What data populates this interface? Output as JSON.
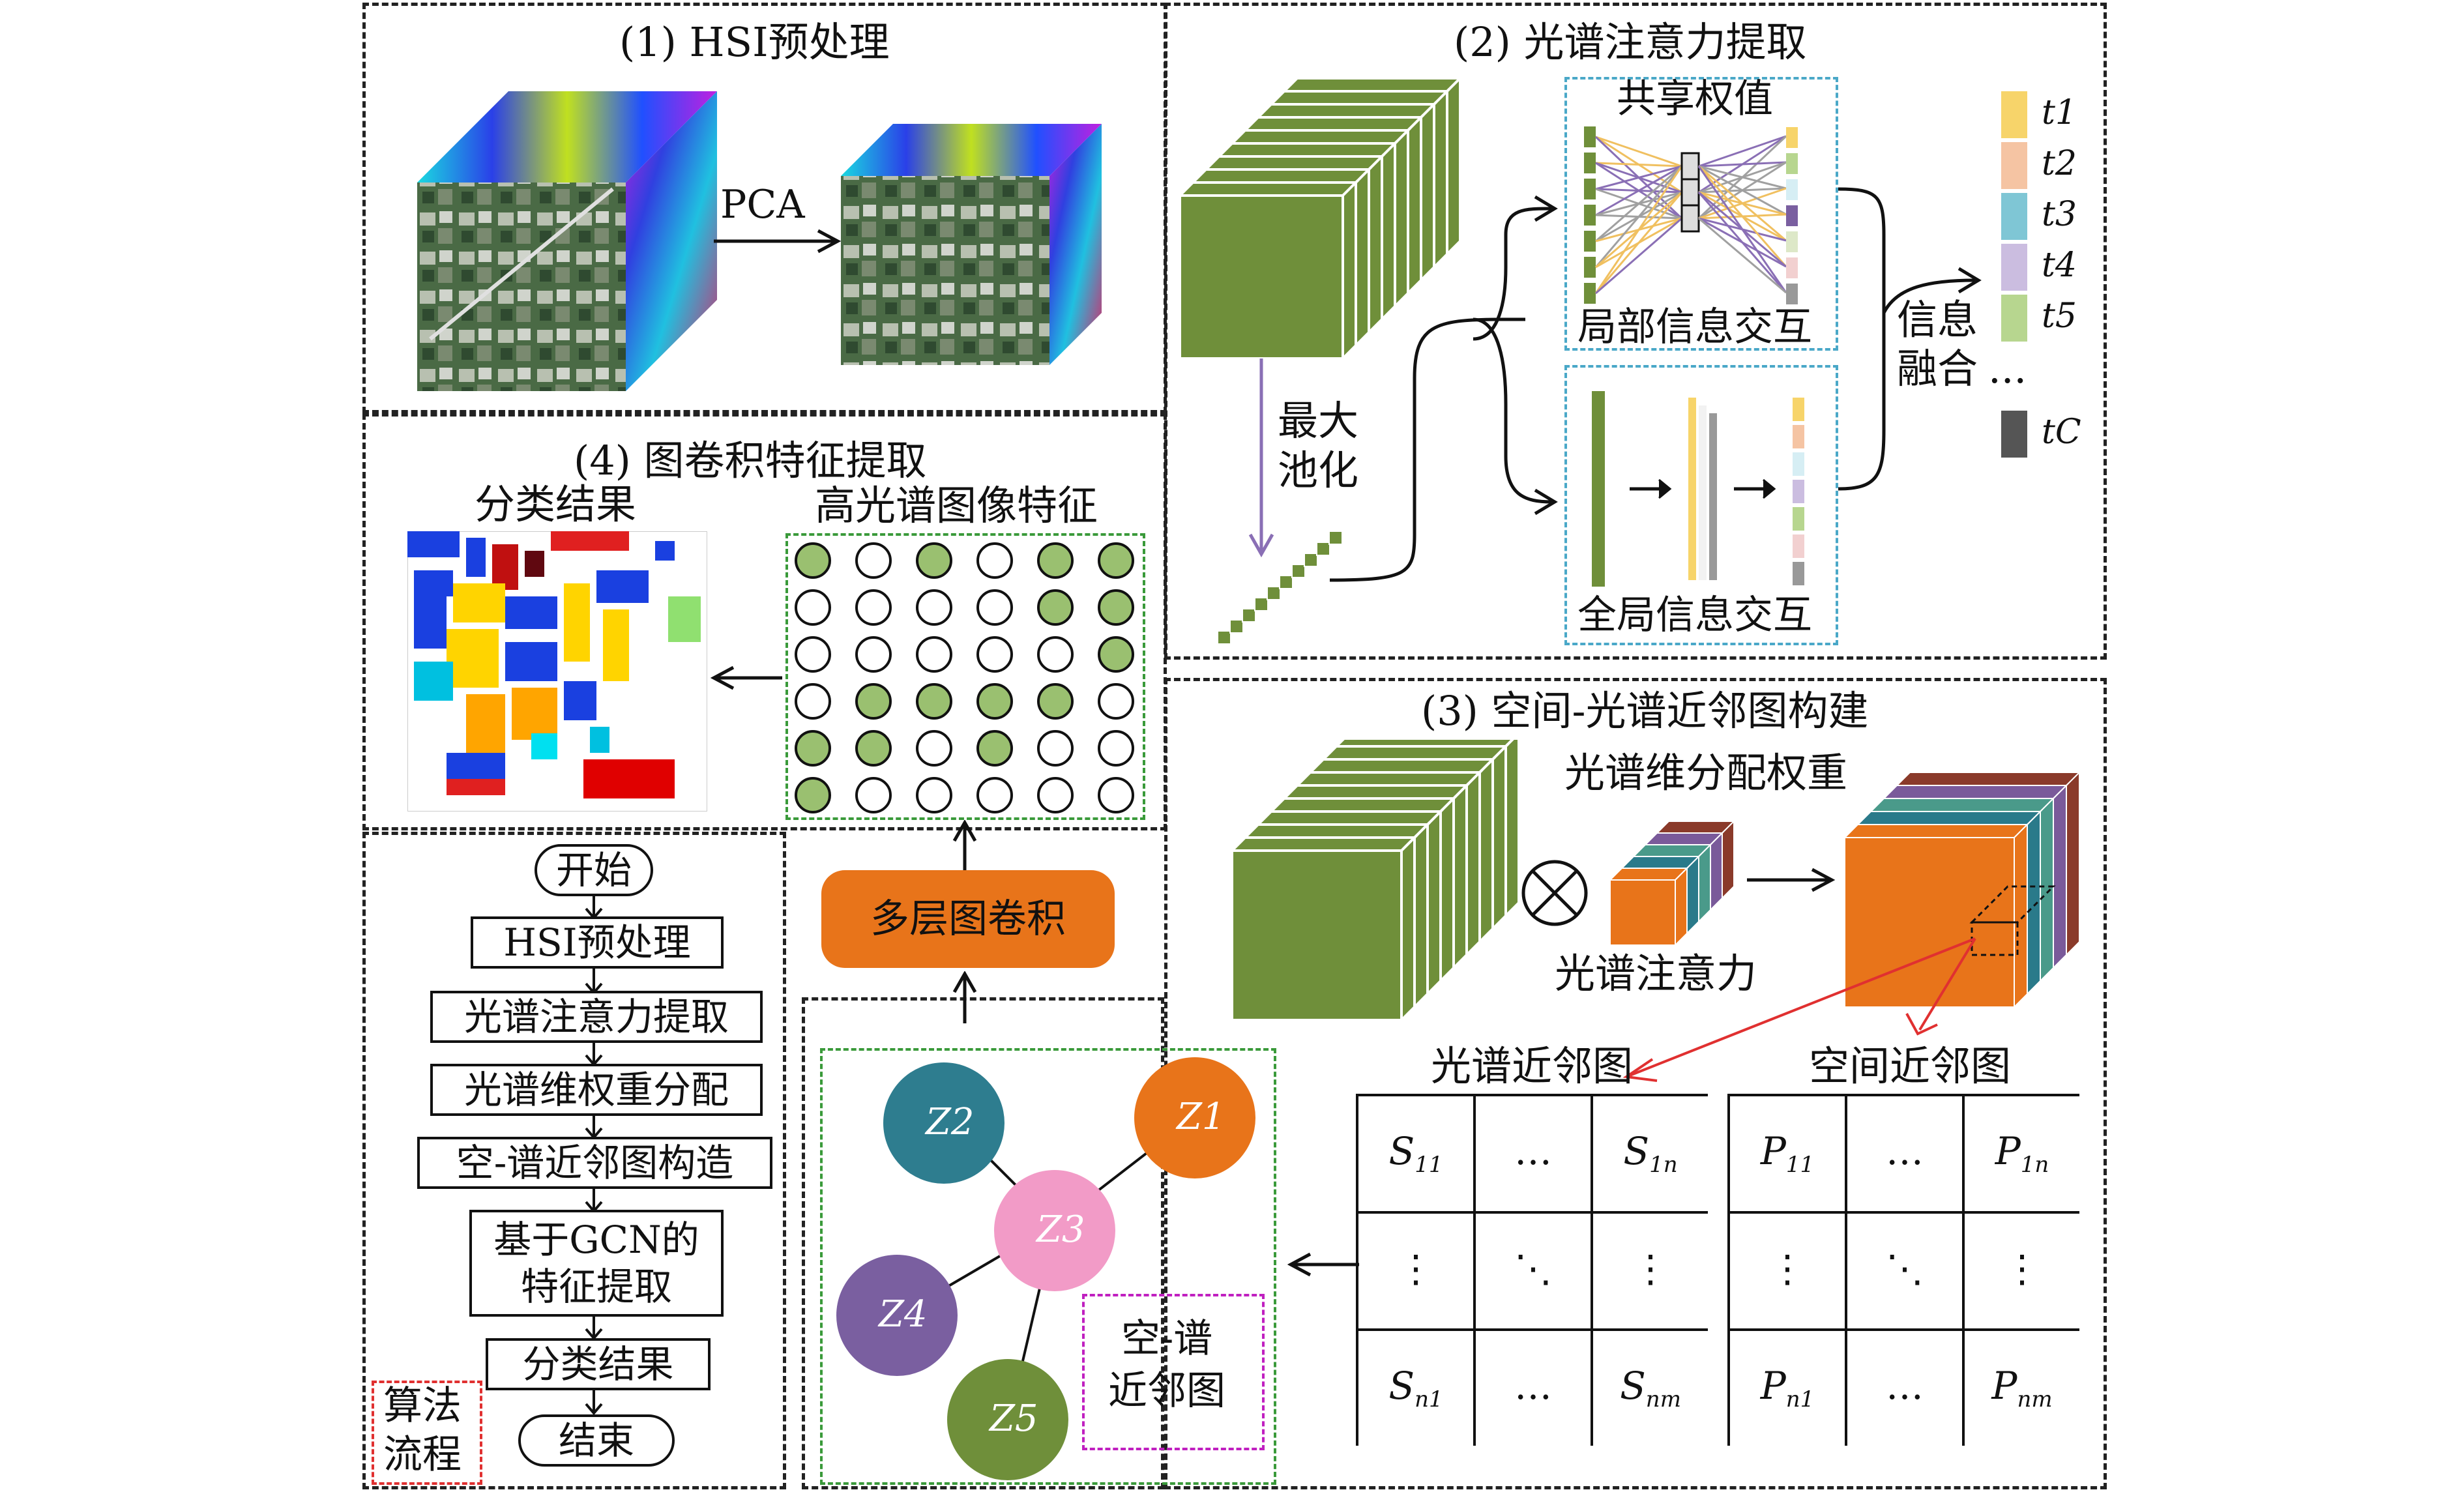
{
  "panels": {
    "p1_title": "(1) HSI预处理",
    "p2_title": "(2) 光谱注意力提取",
    "p3_title": "(3) 空间-光谱近邻图构建",
    "p4_title": "(4) 图卷积特征提取"
  },
  "p1": {
    "pca_label": "PCA"
  },
  "p2": {
    "max_pool_line1": "最大",
    "max_pool_line2": "池化",
    "shared_weight": "共享权值",
    "local_interaction": "局部信息交互",
    "global_interaction": "全局信息交互",
    "fusion_line1": "信息",
    "fusion_line2": "融合",
    "ellipsis": "...",
    "tokens": [
      "t1",
      "t2",
      "t3",
      "t4",
      "t5",
      "tC"
    ],
    "token_colors": [
      "#f7d46a",
      "#f5c4a3",
      "#7fc6d5",
      "#cbbde0",
      "#b7d68f",
      "#555555"
    ]
  },
  "p3": {
    "assign_weight": "光谱维分配权重",
    "spectral_attention": "光谱注意力",
    "spectral_graph_title": "光谱近邻图",
    "spatial_graph_title": "空间近邻图",
    "s_matrix": [
      "S11",
      "…",
      "S1n",
      "⋮",
      "⋱",
      "⋮",
      "Sn1",
      "…",
      "Snm"
    ],
    "p_matrix": [
      "P11",
      "…",
      "P1n",
      "⋮",
      "⋱",
      "⋮",
      "Pn1",
      "…",
      "Pnm"
    ],
    "slice_colors": [
      "#8a3a2a",
      "#7a5a9a",
      "#4a9a8a",
      "#2a7a8a",
      "#e8741a"
    ]
  },
  "p4": {
    "classification_result": "分类结果",
    "hsi_features": "高光谱图像特征",
    "multi_gcn": "多层图卷积",
    "node_fill": [
      [
        1,
        0,
        1,
        0,
        1,
        1
      ],
      [
        0,
        0,
        0,
        0,
        1,
        1
      ],
      [
        0,
        0,
        0,
        0,
        0,
        1
      ],
      [
        0,
        1,
        1,
        1,
        1,
        0
      ],
      [
        1,
        1,
        0,
        1,
        0,
        0
      ],
      [
        1,
        0,
        0,
        0,
        0,
        0
      ]
    ]
  },
  "graph": {
    "nodes": [
      "Z2",
      "Z1",
      "Z3",
      "Z4",
      "Z5"
    ],
    "node_colors": [
      "#2e7d8f",
      "#e8741a",
      "#f29bc7",
      "#7a5fa0",
      "#6f8f3a"
    ],
    "legend_line1": "空-谱",
    "legend_line2": "近邻图"
  },
  "flow": {
    "steps": [
      "开始",
      "HSI预处理",
      "光谱注意力提取",
      "光谱维权重分配",
      "空-谱近邻图构造",
      "基于GCN的\n特征提取",
      "分类结果",
      "结束"
    ],
    "legend_line1": "算法",
    "legend_line2": "流程"
  },
  "colors": {
    "green": "#6f8f3a",
    "orange": "#e8741a",
    "red_arrow": "#e03030",
    "blue_dash": "#4aa8c8",
    "purple_arrow": "#8a6fb5",
    "magenta_dash": "#c020c0"
  }
}
